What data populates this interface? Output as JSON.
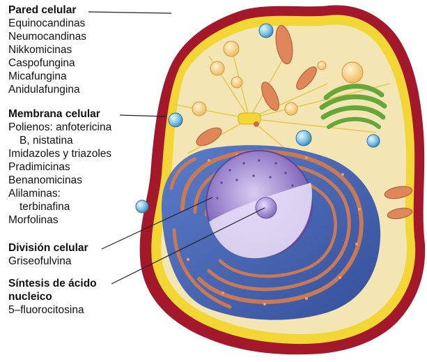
{
  "colors": {
    "cell_wall": "#a3182a",
    "membrane": "#f2d636",
    "cytoplasm": "#f3e6b4",
    "nucleus_region": "#4a68b4",
    "nucleus": "#8e74c2",
    "er": "#c77a55",
    "mitochondria": "#e0875a",
    "golgi": "#66a63a",
    "vesicle": "#f6c86e",
    "blue_vesicle": "#7cc1e6",
    "label_text": "#111111",
    "leader_line": "#222222"
  },
  "sections": [
    {
      "heading": "Pared celular",
      "items": [
        "Equinocandinas",
        "Neumocandinas",
        "Nikkomicinas",
        "Caspofungina",
        "Micafungina",
        "Anidulafungina"
      ]
    },
    {
      "heading": "Membrana celular",
      "items": [
        "Polienos: anfotericina",
        "B, nistatina",
        "Imidazoles y triazoles",
        "Pradimicinas",
        "Benanomicinas",
        "Alilaminas:",
        "terbinafina",
        "Morfolinas"
      ]
    },
    {
      "heading": "División celular",
      "items": [
        "Griseofulvina"
      ]
    },
    {
      "heading_lines": [
        "Síntesis de ácido",
        "nucleico"
      ],
      "items": [
        "5–fluorocitosina"
      ]
    }
  ]
}
